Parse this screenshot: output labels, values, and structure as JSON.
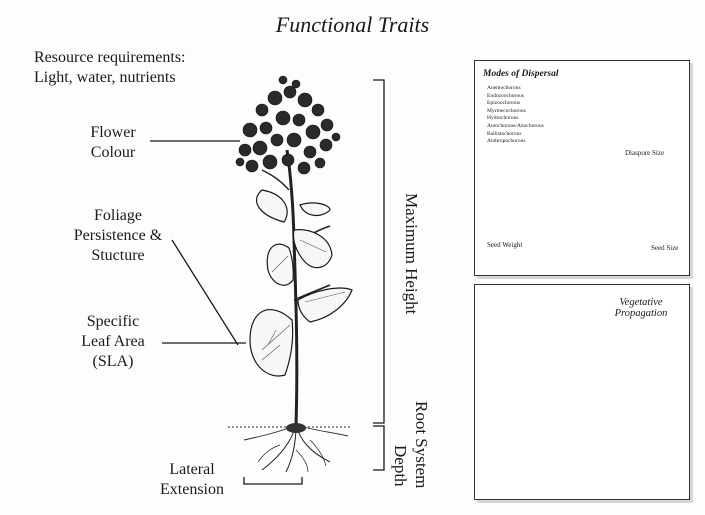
{
  "title": "Functional Traits",
  "labels": {
    "resource_line1": "Resource requirements:",
    "resource_line2": "Light, water, nutrients",
    "flower_line1": "Flower",
    "flower_line2": "Colour",
    "foliage_line1": "Foliage",
    "foliage_line2": "Persistence &",
    "foliage_line3": "Stucture",
    "sla_line1": "Specific",
    "sla_line2": "Leaf Area",
    "sla_line3": "(SLA)",
    "lateral_line1": "Lateral",
    "lateral_line2": "Extension",
    "max_height": "Maximum Height",
    "root_line1": "Root System",
    "root_line2": "Depth"
  },
  "dispersal_panel": {
    "title": "Modes of Dispersal",
    "modes": [
      "Anemochorous",
      "Endozoochorous",
      "Epizoochorous",
      "Myrmecochorous",
      "Hydrochorous",
      "Autochorous/Anochorous",
      "Ballistochorous",
      "Anthropochorous"
    ],
    "diaspore_size": "Diaspore Size",
    "seed_weight": "Seed Weight",
    "seed_size": "Seed Size"
  },
  "vegetative_panel": {
    "title_line1": "Vegetative",
    "title_line2": "Propagation"
  },
  "colors": {
    "ink": "#1a1a1a",
    "panel_border": "#333333",
    "background": "#fdfdfd"
  }
}
